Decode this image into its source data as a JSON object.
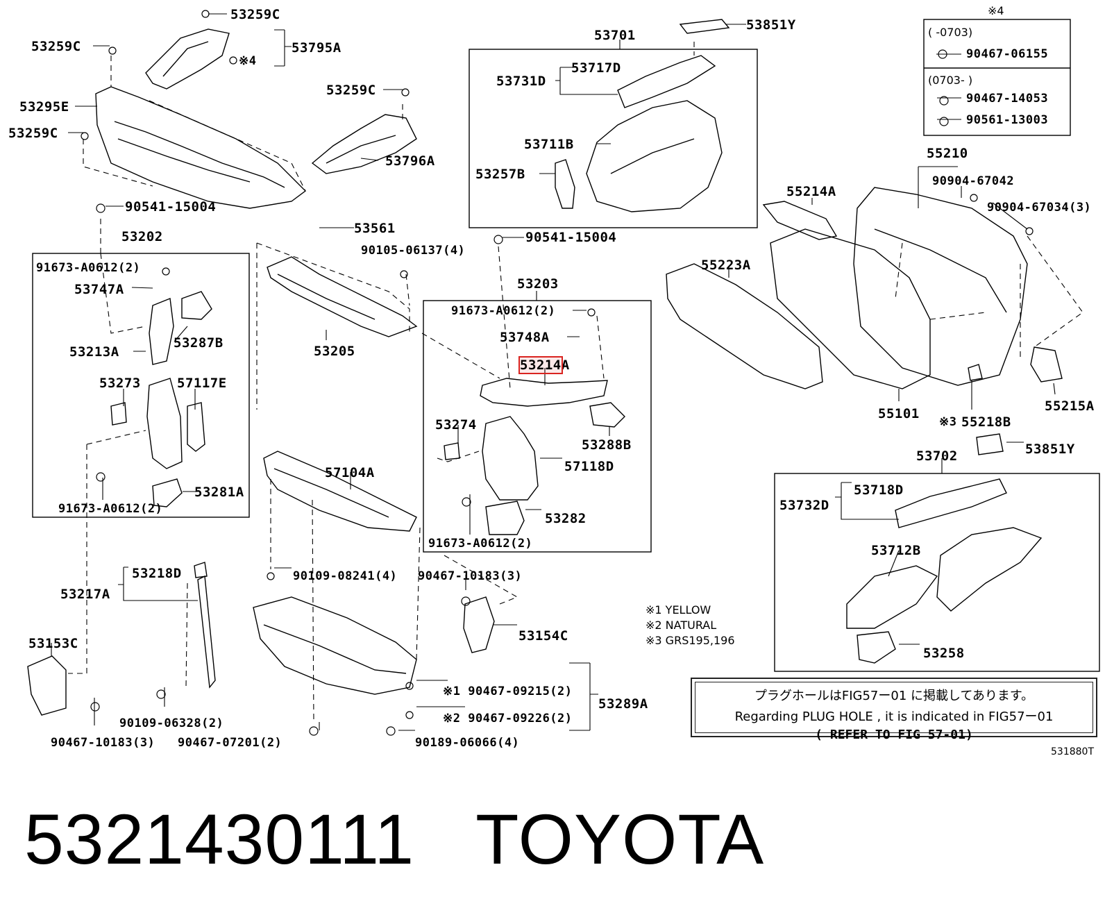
{
  "labels": {
    "l53259C_a": "53259C",
    "l53259C_b": "53259C",
    "l53795A": "53795A",
    "l_note4a": "※4",
    "l53295E": "53295E",
    "l53259C_c": "53259C",
    "l53259C_d": "53259C",
    "l53796A": "53796A",
    "l90541_15004_a": "90541-15004",
    "l53561": "53561",
    "l90105_06137": "90105-06137(4)",
    "l53202": "53202",
    "l91673_a": "91673-A0612(2)",
    "l53747A": "53747A",
    "l53287B": "53287B",
    "l53213A": "53213A",
    "l53273": "53273",
    "l57117E": "57117E",
    "l53281A": "53281A",
    "l91673_b": "91673-A0612(2)",
    "l53205": "53205",
    "l53701": "53701",
    "l53851Y_a": "53851Y",
    "l53717D": "53717D",
    "l53731D": "53731D",
    "l53711B": "53711B",
    "l53257B": "53257B",
    "l90541_15004_b": "90541-15004",
    "l53203": "53203",
    "l91673_c": "91673-A0612(2)",
    "l53748A": "53748A",
    "l53214_hl": "53214",
    "l53214_suffix": "A",
    "l53274": "53274",
    "l53288B": "53288B",
    "l57118D": "57118D",
    "l53282": "53282",
    "l91673_d": "91673-A0612(2)",
    "l57104A": "57104A",
    "l90109_08241": "90109-08241(4)",
    "l90467_10183_a": "90467-10183(3)",
    "l53154C": "53154C",
    "l53218D": "53218D",
    "l53217A": "53217A",
    "l53153C": "53153C",
    "l90109_06328": "90109-06328(2)",
    "l90467_10183_b": "90467-10183(3)",
    "l90467_07201": "90467-07201(2)",
    "l90467_09215": "※1 90467-09215(2)",
    "l90467_09226": "※2 90467-09226(2)",
    "l90189_06066": "90189-06066(4)",
    "l53289A": "53289A",
    "l55210": "55210",
    "l90904_67042": "90904-67042",
    "l90904_67034": "90904-67034(3)",
    "l55214A": "55214A",
    "l55223A": "55223A",
    "l55101": "55101",
    "l_note3": "※3",
    "l55218B": "55218B",
    "l55215A": "55215A",
    "l53851Y_b": "53851Y",
    "l53702": "53702",
    "l53718D": "53718D",
    "l53732D": "53732D",
    "l53712B": "53712B",
    "l53258": "53258"
  },
  "legend_box": {
    "header": "※4",
    "row1_range": "(      -0703)",
    "row1_part": "90467-06155",
    "row2_range": "(0703-      )",
    "row2_part_a": "90467-14053",
    "row2_part_b": "90561-13003"
  },
  "notes": {
    "n1": "※1 YELLOW",
    "n2": "※2 NATURAL",
    "n3": "※3 GRS195,196"
  },
  "plug_hole": {
    "line_jp": "プラグホールはFIG57ー01 に掲載してあります。",
    "line_en": "Regarding  PLUG HOLE , it is indicated in FIG57ー01",
    "line_ref": "(   REFER TO FIG 57-01)"
  },
  "figure_id": "531880T",
  "title": {
    "part_number": "5321430111",
    "brand": "TOYOTA"
  }
}
